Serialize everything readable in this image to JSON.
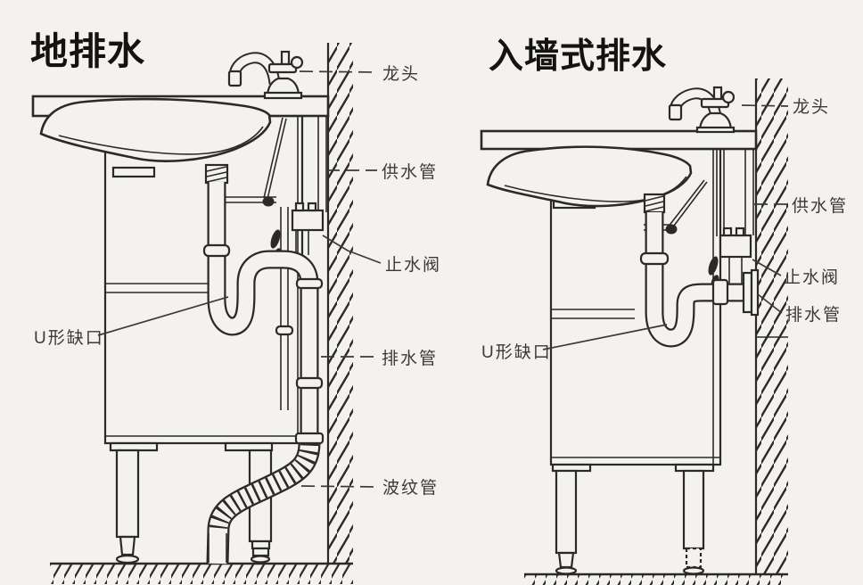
{
  "page": {
    "colors": {
      "background": "#f3f2ef",
      "line": "#2b2a28",
      "label": "#3b3a38",
      "title": "#141312"
    }
  },
  "left_diagram": {
    "title": "地排水",
    "labels": {
      "faucet": "龙头",
      "supply_pipe": "供水管",
      "stop_valve": "止水阀",
      "u_notch": "U形缺口",
      "drain_pipe": "排水管",
      "corrugated_pipe": "波纹管"
    }
  },
  "right_diagram": {
    "title": "入墙式排水",
    "labels": {
      "faucet": "龙头",
      "supply_pipe": "供水管",
      "stop_valve": "止水阀",
      "drain_pipe": "排水管",
      "u_notch": "U形缺口"
    }
  }
}
